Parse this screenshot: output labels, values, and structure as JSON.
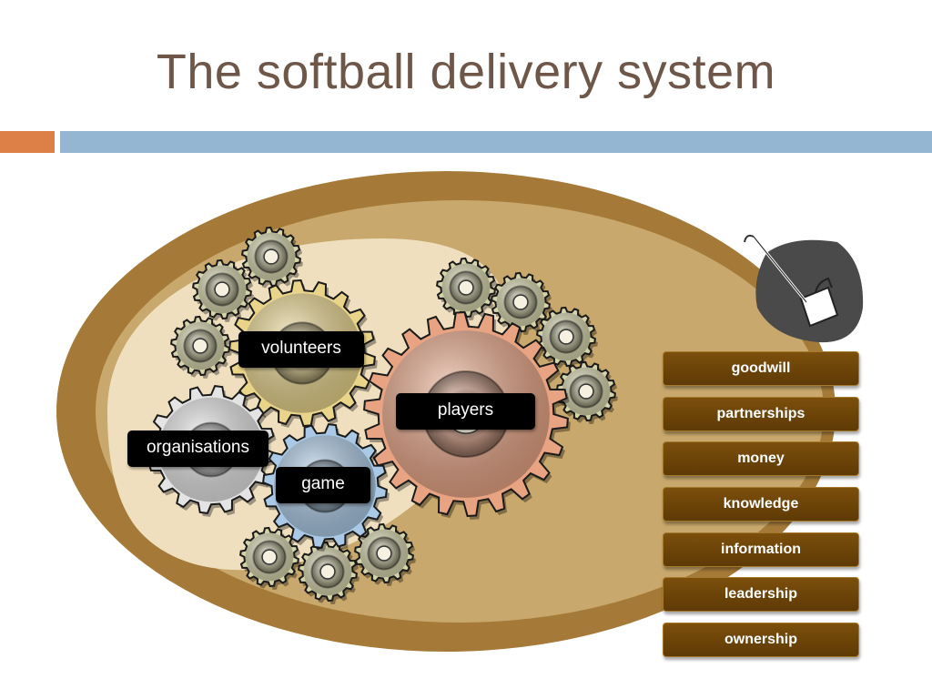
{
  "slide": {
    "title": "The softball delivery system"
  },
  "colors": {
    "title_text": "#6e5748",
    "accent_orange": "#dd8047",
    "accent_blue": "#94b6d2",
    "outer_ring": "#a57a38",
    "inner_fill": "#c8a86c",
    "light_fill": "#efdfbf",
    "resource_bg": "#6b4507"
  },
  "gears": {
    "volunteers": {
      "label": "volunteers",
      "color": "#e9d48a"
    },
    "players": {
      "label": "players",
      "color": "#e8a383"
    },
    "organisations": {
      "label": "organisations",
      "color": "#e4e4e4"
    },
    "game": {
      "label": "game",
      "color": "#a9c9e6"
    }
  },
  "resources": [
    "goodwill",
    "partnerships",
    "money",
    "knowledge",
    "information",
    "leadership",
    "ownership"
  ],
  "icons": {
    "oil_can": "oil-can-icon"
  }
}
